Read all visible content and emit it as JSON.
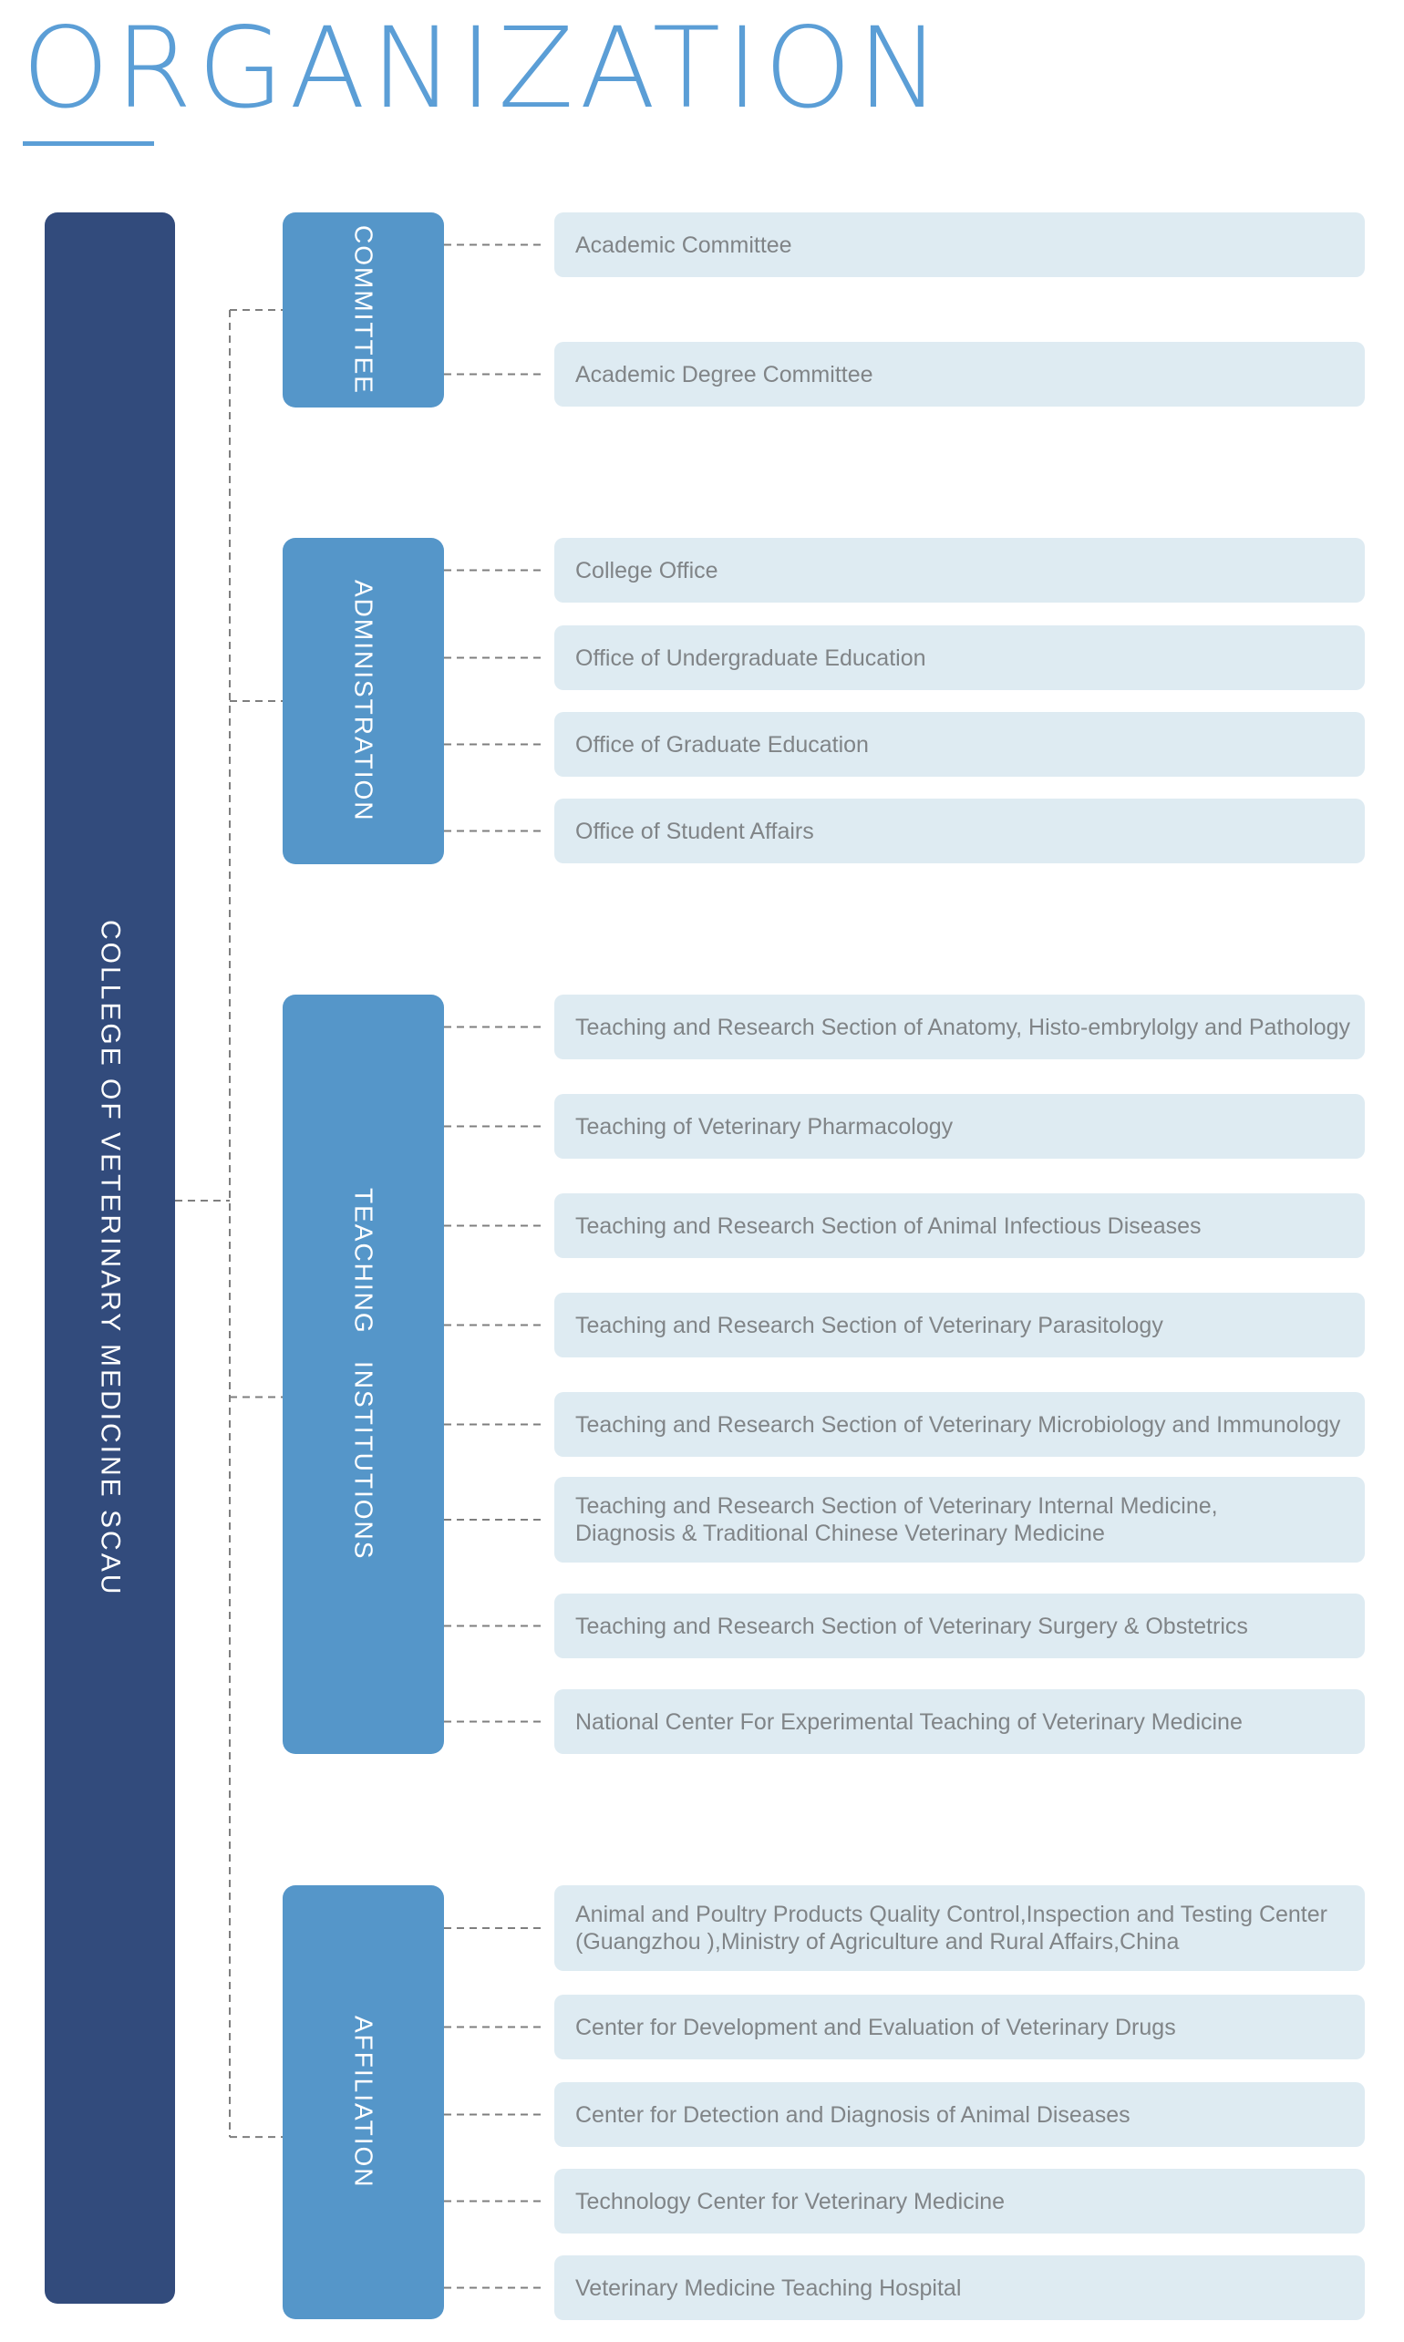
{
  "title": "ORGANIZATION",
  "root": {
    "label": "COLLEGE OF VETERINARY MEDICINE SCAU"
  },
  "categories": [
    {
      "label": "COMMITTEE",
      "items": [
        "Academic Committee",
        "Academic Degree Committee"
      ]
    },
    {
      "label": "ADMINISTRATION",
      "items": [
        "College Office",
        "Office of Undergraduate Education",
        "Office of Graduate Education",
        "Office of Student Affairs"
      ]
    },
    {
      "label": "TEACHING   INSTITUTIONS",
      "items": [
        "Teaching and Research Section of Anatomy, Histo-embrylolgy and Pathology",
        "Teaching of Veterinary Pharmacology",
        "Teaching and Research Section of Animal Infectious Diseases",
        "Teaching and Research Section of Veterinary Parasitology",
        "Teaching and Research Section of Veterinary Microbiology and Immunology",
        "Teaching and Research Section of Veterinary Internal Medicine,\nDiagnosis & Traditional Chinese Veterinary Medicine",
        "Teaching and Research Section of Veterinary Surgery & Obstetrics",
        "National Center For Experimental Teaching of Veterinary Medicine"
      ]
    },
    {
      "label": "AFFILIATION",
      "items": [
        "Animal and Poultry Products Quality Control,Inspection and Testing Center\n(Guangzhou ),Ministry of Agriculture and Rural Affairs,China",
        "Center for Development and Evaluation of Veterinary Drugs",
        "Center for Detection and Diagnosis of Animal Diseases",
        "Technology Center for Veterinary Medicine",
        "Veterinary Medicine Teaching Hospital"
      ]
    }
  ],
  "colors": {
    "title": "#5b9ed6",
    "root": "#324b7c",
    "category": "#5596c9",
    "item_background": "#deebf2",
    "item_text": "#808487",
    "connector": "#7f7f7f"
  }
}
